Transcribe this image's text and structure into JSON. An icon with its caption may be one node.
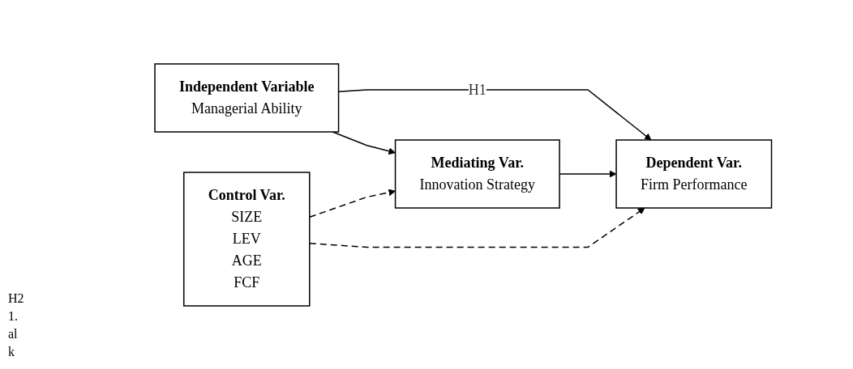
{
  "diagram": {
    "nodes": [
      {
        "text": [
          "Independent Variable",
          "Managerial Ability"
        ]
      },
      {
        "text": [
          "Mediating Var.",
          "Innovation Strategy"
        ]
      },
      {
        "text": [
          "Dependent Var.",
          "Firm Performance"
        ]
      },
      {
        "text": [
          "Control Var.",
          "SIZE",
          "LEV",
          "AGE",
          "FCF"
        ]
      }
    ],
    "edges": [
      {
        "from": 0,
        "to": 1,
        "arrow": "to"
      },
      {
        "from": 0,
        "to": 2,
        "arrow": "to",
        "label": "H1"
      },
      {
        "from": 1,
        "to": 2,
        "arrow": "to"
      },
      {
        "from": 3,
        "to": 1,
        "arrow": "to",
        "style": "dashed"
      },
      {
        "from": 3,
        "to": 2,
        "arrow": "to",
        "style": "dashed"
      }
    ],
    "labels": [
      "H2",
      "1.",
      "al",
      "k"
    ]
  }
}
